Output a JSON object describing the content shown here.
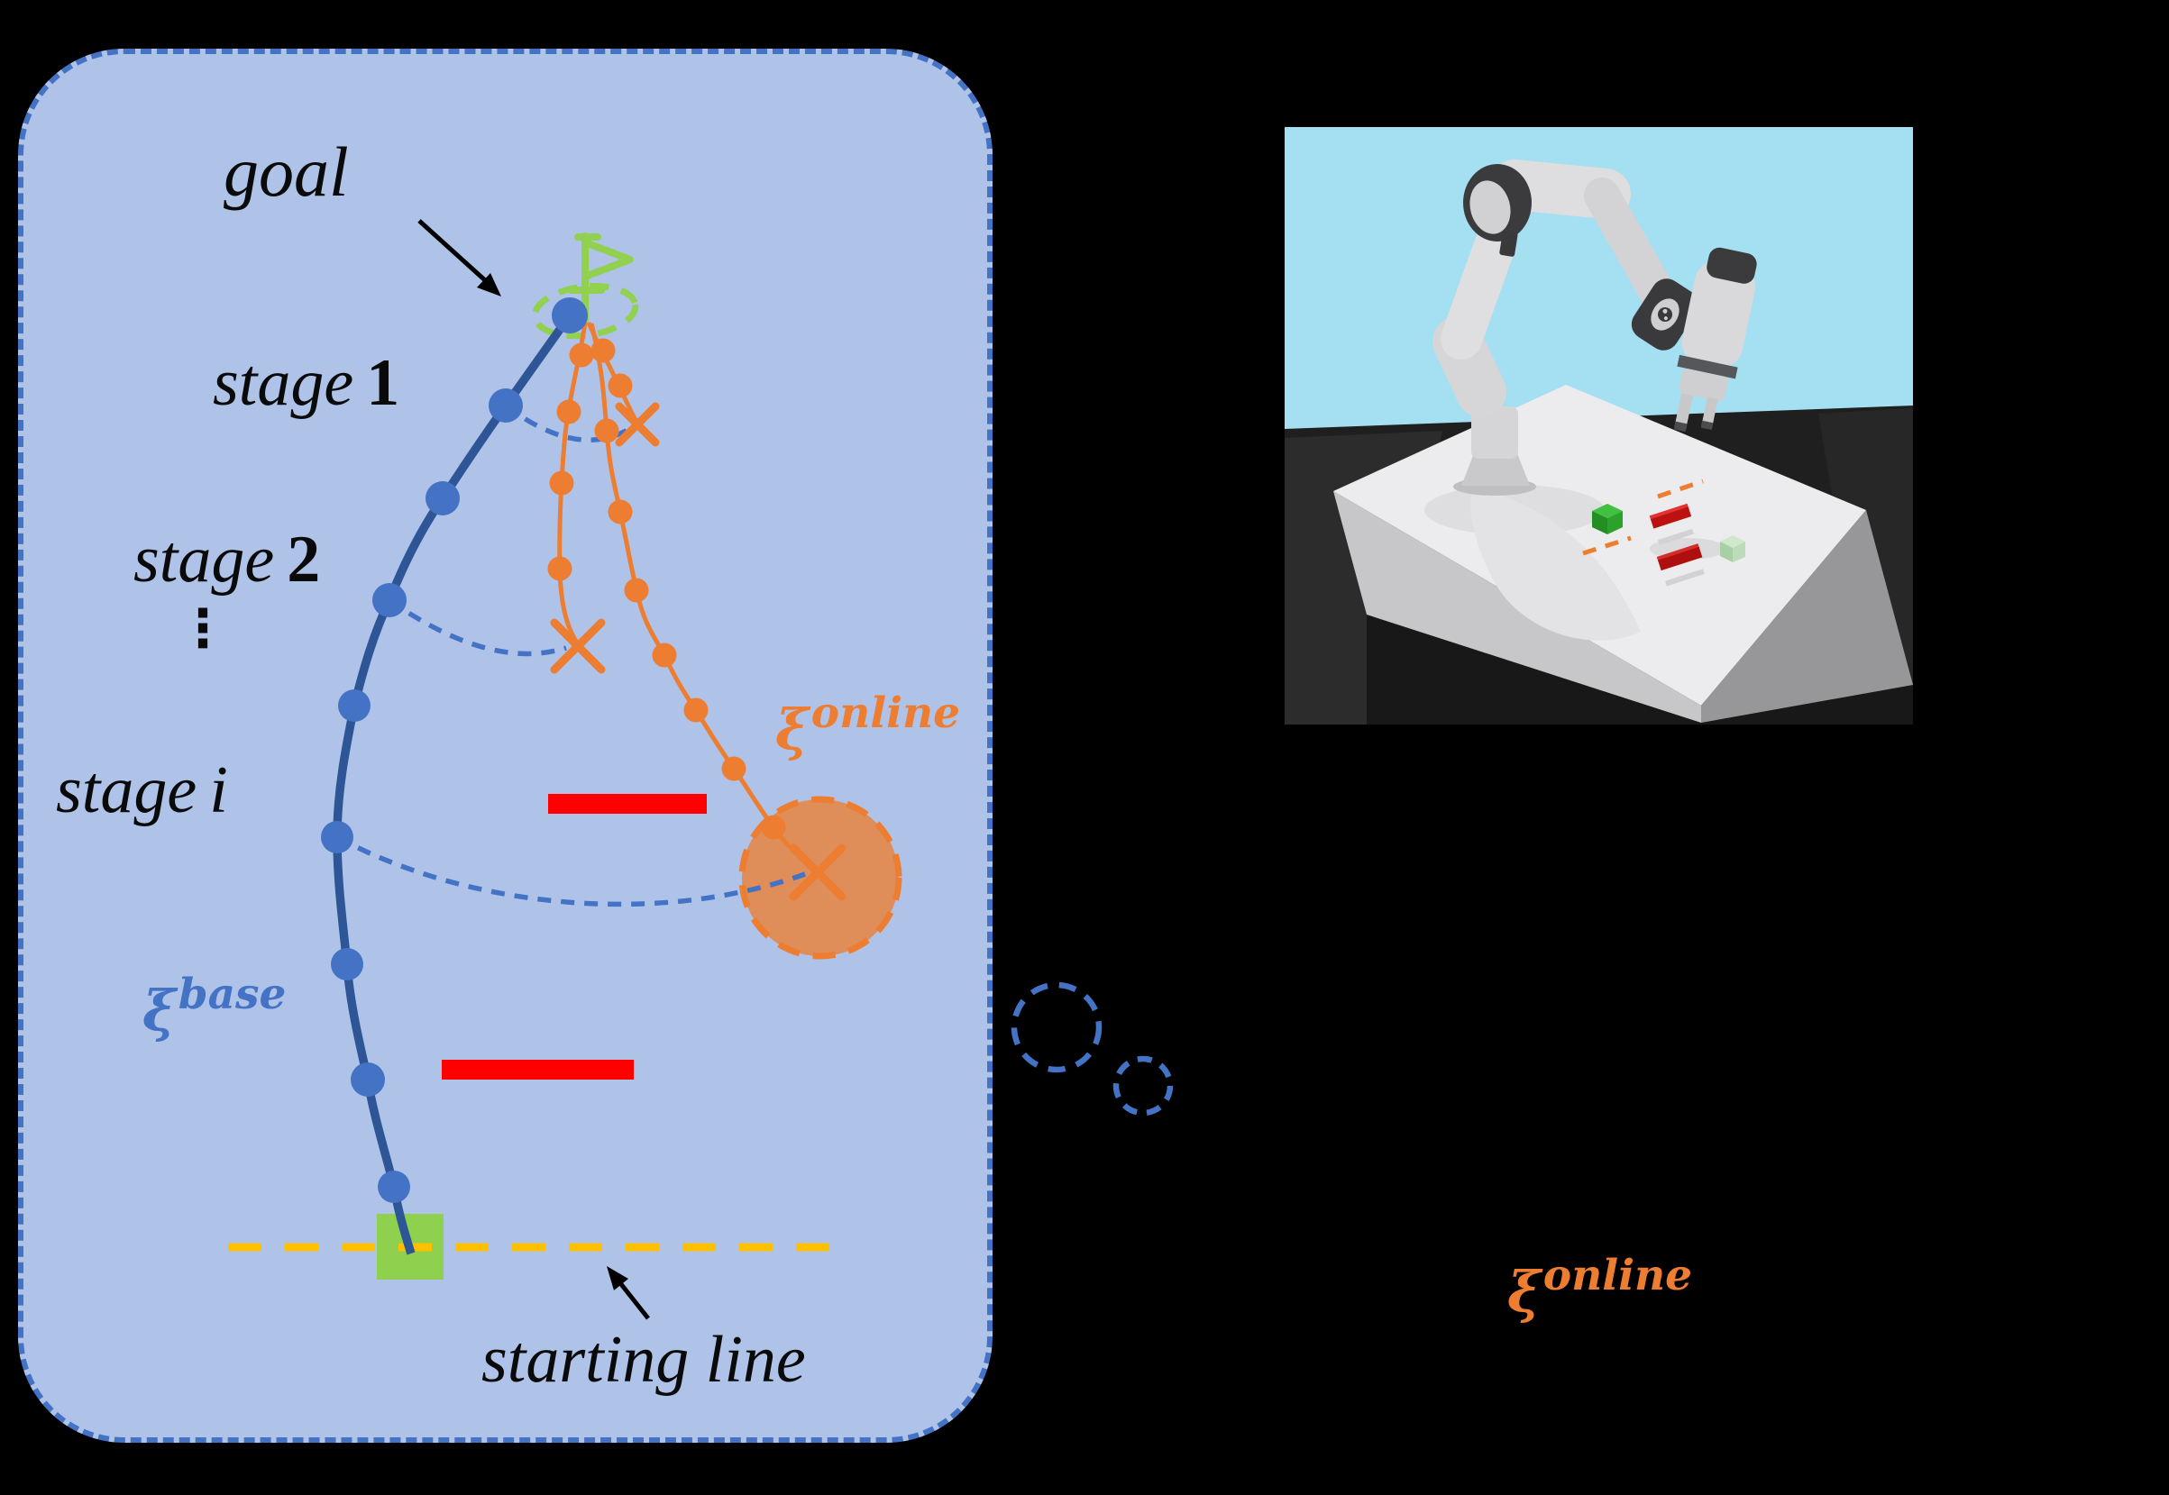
{
  "figure": {
    "type": "robot-trajectory-replanning-schematic",
    "panel": {
      "goal_label": "goal",
      "stage1": {
        "word": "stage",
        "index": "1"
      },
      "stage2": {
        "word": "stage",
        "index": "2"
      },
      "ellipsis": "⋮",
      "stage_i": {
        "word": "stage",
        "index": "i"
      },
      "base_trajectory_label": {
        "symbol": "ξ",
        "superscript": "base"
      },
      "online_trajectory_label": {
        "symbol": "ξ",
        "superscript": "online"
      },
      "starting_line_label": "starting line"
    },
    "annotations": {
      "online_trajectory_label": {
        "symbol": "ξ",
        "superscript": "online"
      }
    },
    "icons": {
      "goal_flag": "green-outline-flag",
      "goal_region": "green-dashed-ellipse",
      "failure_markers": "orange-x-marks",
      "replan_region": "orange-dashed-disk",
      "thought_bubbles": "blue-dashed-circles",
      "obstacles": "red-bars",
      "start_marker": "green-square"
    },
    "colors": {
      "panel_fill": "#AFC3E9",
      "panel_border": "#4472C4",
      "base_trajectory_line": "#2E5596",
      "base_trajectory_dot": "#4472C4",
      "online_trajectory": "#ED7D31",
      "obstacle_red": "#FF0000",
      "goal_green": "#92D050",
      "start_square_green": "#8FD14F",
      "starting_line_yellow": "#FFC000",
      "sim_sky_blue": "#A5DFF2",
      "text_black": "#000000"
    }
  }
}
